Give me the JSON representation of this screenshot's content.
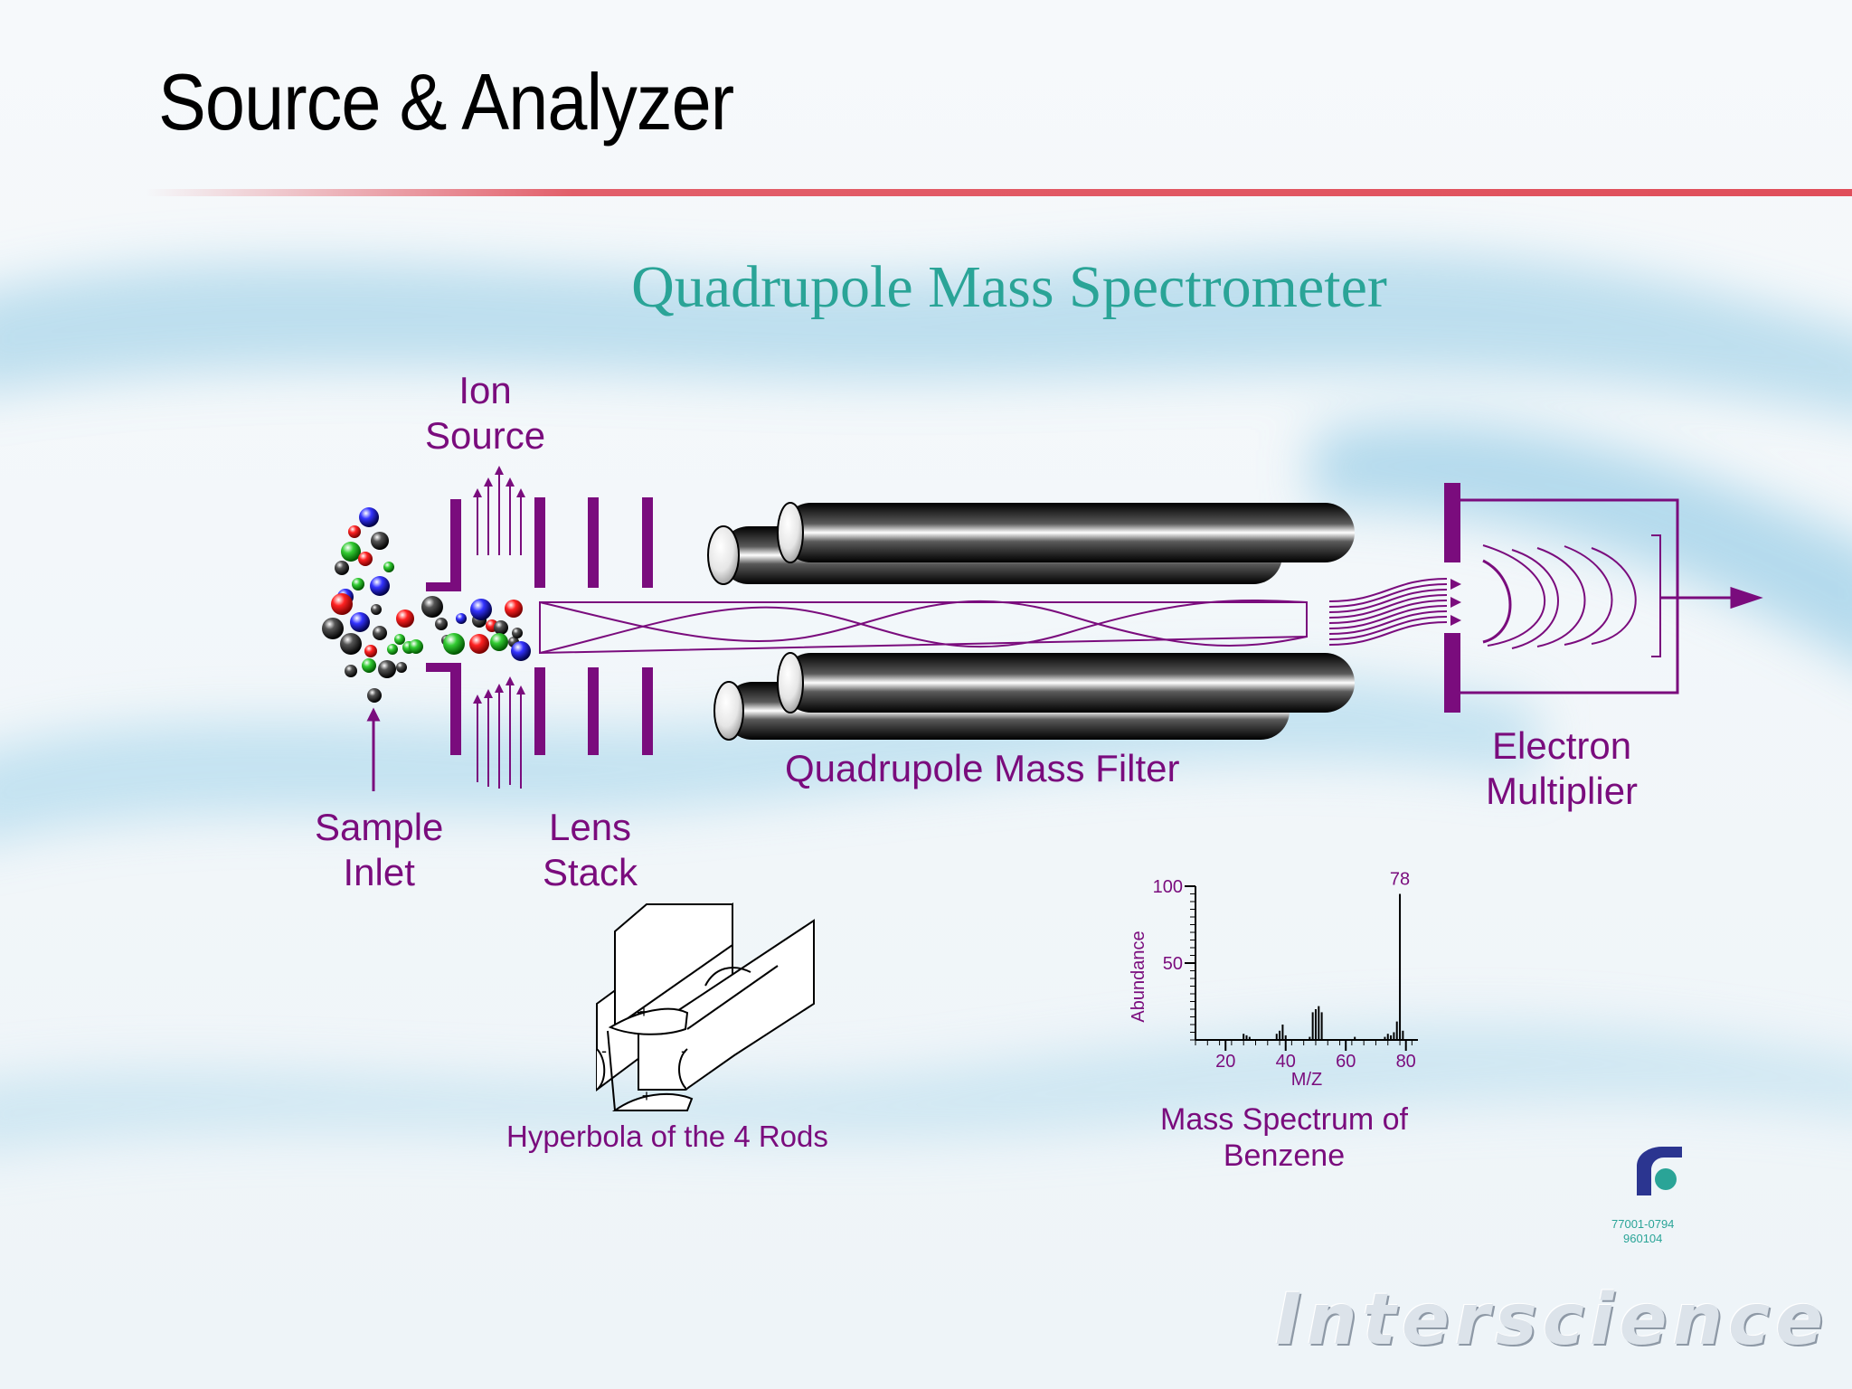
{
  "slide": {
    "title": "Source & Analyzer",
    "diagram_title": "Quadrupole Mass Spectrometer"
  },
  "labels": {
    "ion_source": [
      "Ion",
      "Source"
    ],
    "sample_inlet": [
      "Sample",
      "Inlet"
    ],
    "lens_stack": [
      "Lens",
      "Stack"
    ],
    "mass_filter": "Quadrupole Mass Filter",
    "electron_multiplier": [
      "Electron",
      "Multiplier"
    ],
    "hyperbola": "Hyperbola of the 4 Rods",
    "spectrum_caption": [
      "Mass Spectrum of",
      "Benzene"
    ]
  },
  "rod_signs": [
    "+",
    "-",
    "-",
    "+"
  ],
  "chart_data": {
    "type": "bar",
    "xlabel": "M/Z",
    "ylabel": "Abundance",
    "xlim": [
      10,
      84
    ],
    "ylim": [
      0,
      100
    ],
    "x_ticks": [
      20,
      40,
      60,
      80
    ],
    "y_ticks": [
      50,
      100
    ],
    "peak_label": "78",
    "x": [
      26,
      27,
      28,
      37,
      38,
      39,
      40,
      48,
      49,
      50,
      51,
      52,
      63,
      73,
      74,
      75,
      76,
      77,
      78,
      79
    ],
    "values": [
      4,
      3,
      2,
      4,
      6,
      10,
      3,
      2,
      18,
      20,
      22,
      18,
      2,
      2,
      4,
      3,
      5,
      12,
      95,
      6
    ]
  },
  "footer": {
    "code_line1": "77001-0794",
    "code_line2": "960104",
    "brand": "Interscience"
  },
  "colors": {
    "accent": "#7a0c7d",
    "title_teal": "#2aa497",
    "rule_red": "#e04e5a"
  }
}
